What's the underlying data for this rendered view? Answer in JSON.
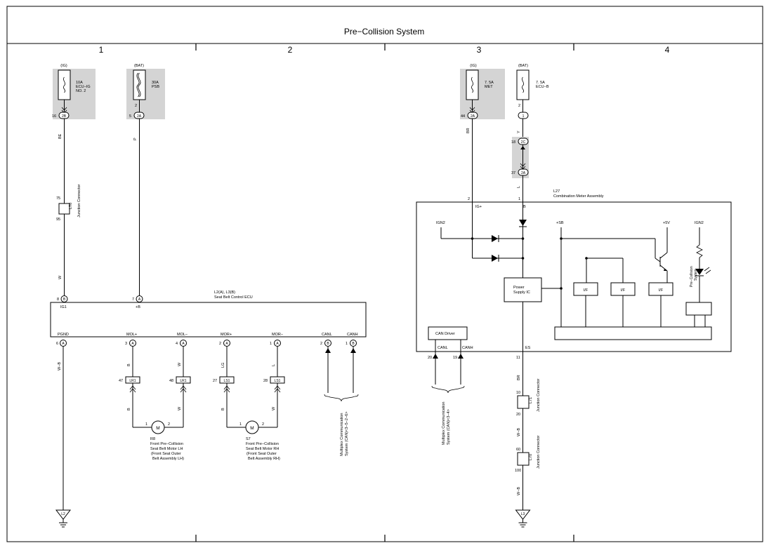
{
  "title": "Pre−Collision System",
  "columns": [
    "1",
    "2",
    "3",
    "4"
  ],
  "fuses": [
    {
      "source": "(IG)",
      "rating": "10A",
      "name1": "ECU−IG",
      "name2": "NO. 2",
      "pin": "16",
      "conn": "2B"
    },
    {
      "source": "(BAT)",
      "rating": "30A",
      "name1": "PSB",
      "name2": "",
      "pin_top": "2",
      "pin": "5",
      "conn": "2A"
    },
    {
      "source": "(IG)",
      "rating": "7. 5A",
      "name1": "MET",
      "name2": "",
      "pin": "44",
      "conn": "2A"
    },
    {
      "source": "(BAT)",
      "rating": "7. 5A",
      "name1": "ECU−B",
      "name2": "",
      "pin_top": "2",
      "pin": "1",
      "conn": "1"
    }
  ],
  "wire_colors": {
    "be": "BE",
    "p": "P",
    "w": "W",
    "w_b": "W−B",
    "br": "BR",
    "y": "Y",
    "l": "L",
    "b": "B",
    "lg": "LG"
  },
  "l70a": {
    "pin_top": "75",
    "pin_bottom": "95",
    "id": "L70",
    "label": "Junction Connector"
  },
  "ecu": {
    "id": "L2(A), L3(B)",
    "name": "Seat Belt Control ECU",
    "pins_top": [
      {
        "pin": "8",
        "conn": "B",
        "label": "IG1"
      },
      {
        "pin": "7",
        "conn": "A",
        "label": "+B"
      }
    ],
    "pins_bottom": [
      {
        "pin": "6",
        "conn": "A",
        "label": "PGND"
      },
      {
        "pin": "3",
        "conn": "A",
        "label": "MOL+"
      },
      {
        "pin": "4",
        "conn": "A",
        "label": "MOL−"
      },
      {
        "pin": "2",
        "conn": "A",
        "label": "MOR+"
      },
      {
        "pin": "1",
        "conn": "A",
        "label": "MOR−"
      },
      {
        "pin": "2",
        "conn": "B",
        "label": "CANL"
      },
      {
        "pin": "1",
        "conn": "B",
        "label": "CANH"
      }
    ]
  },
  "connectors": [
    {
      "pin": "47",
      "label": "LR1"
    },
    {
      "pin": "48",
      "label": "LR1"
    },
    {
      "pin": "27",
      "label": "LS1"
    },
    {
      "pin": "28",
      "label": "LS1"
    }
  ],
  "motors": [
    {
      "id": "R8",
      "line1": "Front Pre−Collision",
      "line2": "Seat Belt Motor LH",
      "line3": "(Front Seat Outer",
      "line4": "Belt Assembly LH)",
      "pin1": "1",
      "pin2": "2",
      "symbol": "M"
    },
    {
      "id": "S7",
      "line1": "Front Pre−Collision",
      "line2": "Seat Belt Motor RH",
      "line3": "(Front Seat Outer",
      "line4": "Belt Assembly RH)",
      "pin1": "1",
      "pin2": "2",
      "symbol": "M"
    }
  ],
  "multiplex1": {
    "line1": "Multiplex Communication",
    "line2": "System (CAN)<3−5−2−6>"
  },
  "multiplex2": {
    "line1": "Multiplex Communication",
    "line2": "System (CAN)<3−4>"
  },
  "junction_2c": {
    "pin_top": "18",
    "conn_top": "2C",
    "pin_bottom": "37",
    "conn_bottom": "2A"
  },
  "meter": {
    "id": "L27",
    "name": "Combination Meter Assembly",
    "pin_ig": "2",
    "label_ig": "IG+",
    "pin_b": "1",
    "label_b": "B",
    "ign2": "IGN2",
    "sb": "+SB",
    "plus5v": "+5V",
    "power_supply1": "Power",
    "power_supply2": "Supply IC",
    "if": "I/F",
    "can_driver": "CAN Driver",
    "canl": "CANL",
    "canh": "CANH",
    "es": "ES",
    "pin_canl": "20",
    "pin_canh": "19",
    "pin_es": "11",
    "indicator1": "Pre−Collision",
    "indicator2": "System"
  },
  "l71": {
    "pin_top": "10",
    "pin_bottom": "20",
    "id": "L71",
    "label": "Junction Connector"
  },
  "l70b": {
    "pin_top": "60",
    "pin_bottom": "100",
    "id": "L70",
    "label": "Junction Connector"
  },
  "grounds": [
    "L2",
    "L3"
  ]
}
